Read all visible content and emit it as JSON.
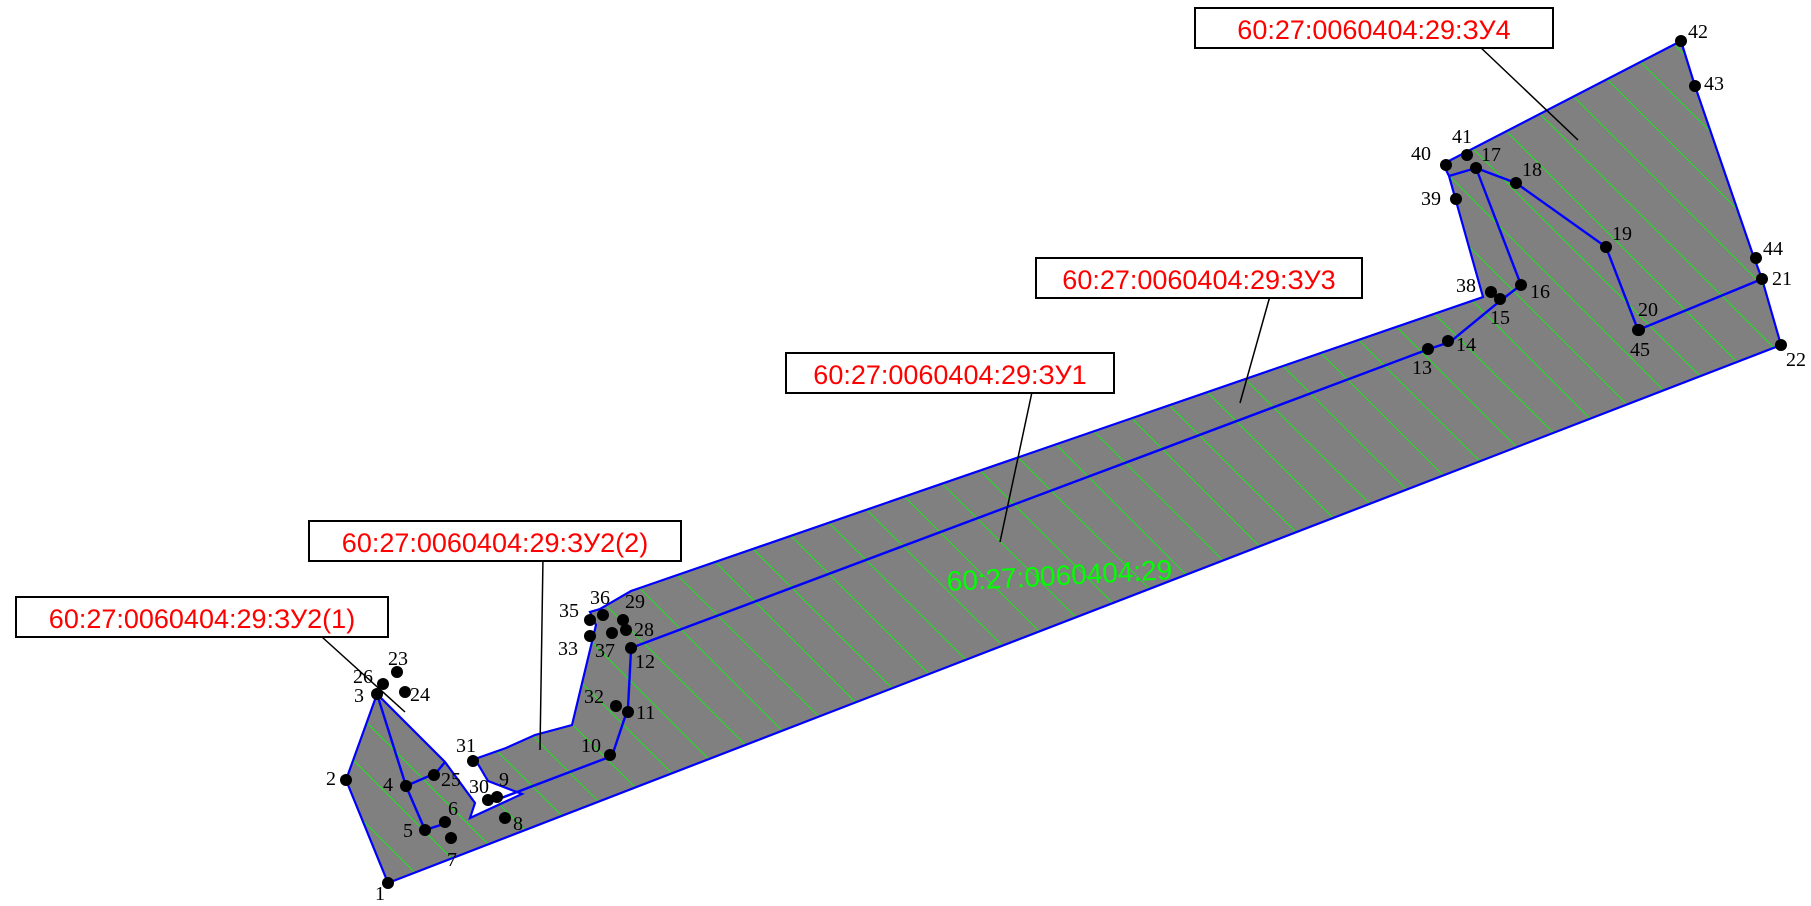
{
  "colors": {
    "parcel_fill": "#808080",
    "hatch": "#00ff00",
    "boundary": "#0000ff",
    "label_text": "#ff0000",
    "cadastral_number_text": "#00ff00",
    "point": "#000000"
  },
  "cadastral_number": "60:27:0060404:29",
  "parcel_labels": [
    {
      "id": "zu4",
      "text": "60:27:0060404:29:ЗУ4"
    },
    {
      "id": "zu3",
      "text": "60:27:0060404:29:ЗУ3"
    },
    {
      "id": "zu1",
      "text": "60:27:0060404:29:ЗУ1"
    },
    {
      "id": "zu2-2",
      "text": "60:27:0060404:29:ЗУ2(2)"
    },
    {
      "id": "zu2-1",
      "text": "60:27:0060404:29:ЗУ2(1)"
    }
  ],
  "points": [
    {
      "n": "1"
    },
    {
      "n": "2"
    },
    {
      "n": "3"
    },
    {
      "n": "4"
    },
    {
      "n": "5"
    },
    {
      "n": "6"
    },
    {
      "n": "7"
    },
    {
      "n": "8"
    },
    {
      "n": "9"
    },
    {
      "n": "10"
    },
    {
      "n": "11"
    },
    {
      "n": "12"
    },
    {
      "n": "13"
    },
    {
      "n": "14"
    },
    {
      "n": "15"
    },
    {
      "n": "16"
    },
    {
      "n": "17"
    },
    {
      "n": "18"
    },
    {
      "n": "19"
    },
    {
      "n": "20"
    },
    {
      "n": "21"
    },
    {
      "n": "22"
    },
    {
      "n": "23"
    },
    {
      "n": "24"
    },
    {
      "n": "25"
    },
    {
      "n": "26"
    },
    {
      "n": "28"
    },
    {
      "n": "29"
    },
    {
      "n": "30"
    },
    {
      "n": "31"
    },
    {
      "n": "32"
    },
    {
      "n": "33"
    },
    {
      "n": "35"
    },
    {
      "n": "36"
    },
    {
      "n": "37"
    },
    {
      "n": "38"
    },
    {
      "n": "39"
    },
    {
      "n": "40"
    },
    {
      "n": "41"
    },
    {
      "n": "42"
    },
    {
      "n": "43"
    },
    {
      "n": "44"
    },
    {
      "n": "45"
    }
  ]
}
